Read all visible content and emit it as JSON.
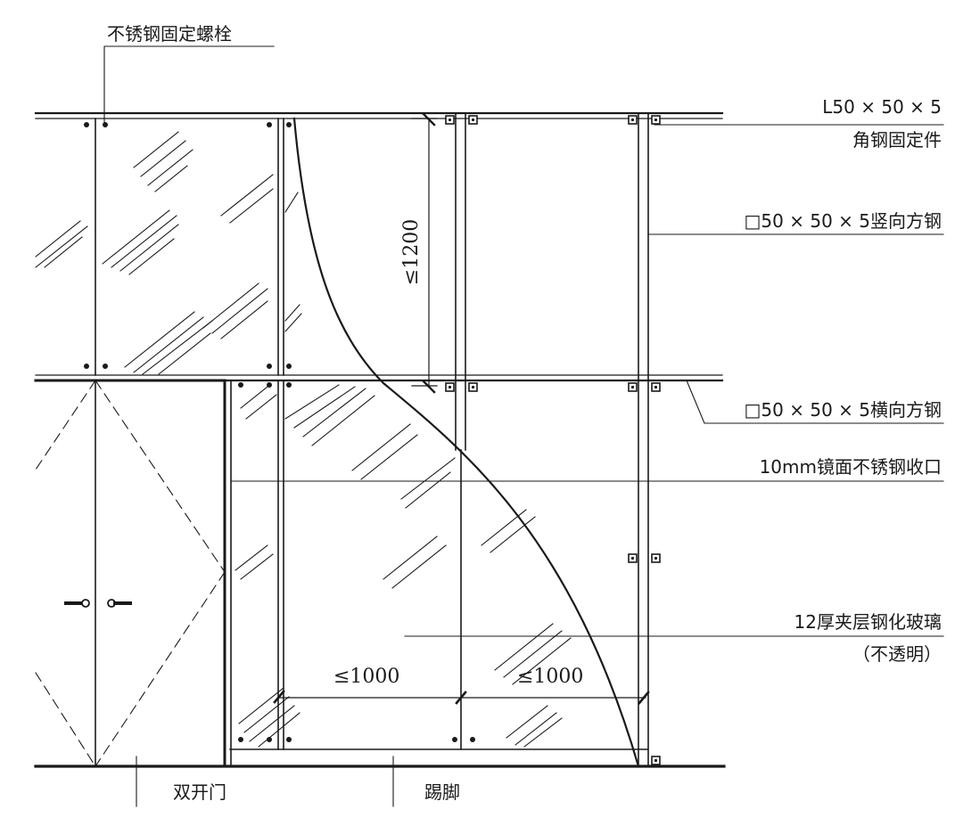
{
  "labels": {
    "bolt": "不锈钢固定螺栓",
    "angle_size": "L50 × 50 × 5",
    "angle_name": "角钢固定件",
    "vertical_tube": "□50 × 50 × 5竖向方钢",
    "horizontal_tube": "□50 × 50 × 5横向方钢",
    "trim": "10mm镜面不锈钢收口",
    "glass": "12厚夹层钢化玻璃",
    "glass_note": "（不透明）",
    "door": "双开门",
    "skirting": "踢脚"
  },
  "dimensions": {
    "vertical_spacing": "≤1200",
    "horizontal_spacing_left": "≤1000",
    "horizontal_spacing_right": "≤1000"
  },
  "colors": {
    "line": "#1a1a1a",
    "background": "#ffffff"
  }
}
